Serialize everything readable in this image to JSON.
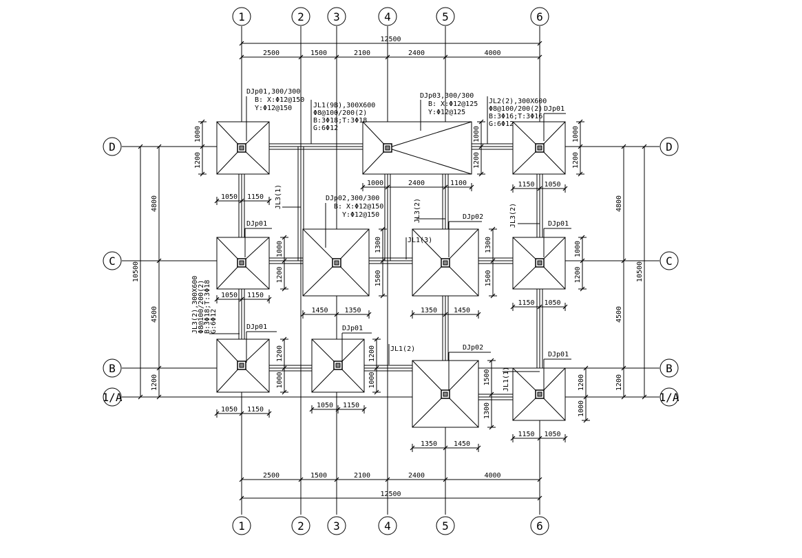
{
  "grid": {
    "columns": [
      "1",
      "2",
      "3",
      "4",
      "5",
      "6"
    ],
    "rows": [
      "D",
      "C",
      "B",
      "1/A"
    ]
  },
  "dimensions": {
    "top_segments": [
      "2500",
      "1500",
      "2100",
      "2400",
      "4000"
    ],
    "top_total": "12500",
    "bottom_segments": [
      "2500",
      "1500",
      "2100",
      "2400",
      "4000"
    ],
    "bottom_total": "12500",
    "left_segments": [
      "4800",
      "4500",
      "1200"
    ],
    "left_total": "10500",
    "right_segments": [
      "4800",
      "4500",
      "1200"
    ],
    "right_total": "10500"
  },
  "annotations": {
    "djp01_spec": [
      "DJp01,300/300",
      "B:  X:Φ12@150",
      "Y:Φ12@150"
    ],
    "djp02_spec": [
      "DJp02,300/300",
      "B:  X:Φ12@150",
      "Y:Φ12@150"
    ],
    "djp03_spec": [
      "DJp03,300/300",
      "B:  X:Φ12@125",
      "Y:Φ12@125"
    ],
    "jl1_spec": [
      "JL1(9B),300X600",
      "Φ8@100/200(2)",
      "B:3Φ18;T:3Φ18",
      "G:6Φ12"
    ],
    "jl2_spec": [
      "JL2(2),300X600",
      "Φ8@100/200(2)",
      "B:3Φ16;T:3Φ16",
      "G:6Φ12"
    ],
    "jl3_spec": [
      "JL3(2),300X600",
      "Φ8@100/200(2)",
      "B:3Φ18;T:3Φ18",
      "G:6Φ12"
    ]
  },
  "labels": {
    "djp01": "DJp01",
    "djp02": "DJp02",
    "jl3_1": "JL3(1)",
    "jl3_2": "JL3(2)",
    "jl1_3": "JL1(3)",
    "jl1_2": "JL1(2)",
    "jl1_1": "JL1(1)"
  },
  "footing_dims": {
    "d1_top": "1000",
    "d1_bot": "1200",
    "d1_left": "1050",
    "d1_right": "1150",
    "d4_left": "1000",
    "d4_mid": "2400",
    "d4_right": "1100",
    "d5_top": "1000",
    "d5_bot": "1200",
    "d6_left": "1150",
    "d6_right": "1050",
    "d6_top": "1000",
    "d6_bot": "1200",
    "c1_top": "1000",
    "c1_bot": "1200",
    "c1_left": "1050",
    "c1_right": "1150",
    "c3_top": "1300",
    "c3_bot": "1500",
    "c3_left": "1450",
    "c3_right": "1350",
    "c5_top": "1300",
    "c5_bot": "1500",
    "c5_left": "1350",
    "c5_right": "1450",
    "c6_top": "1000",
    "c6_bot": "1200",
    "c6_left": "1150",
    "c6_right": "1050",
    "b1_top": "1200",
    "b1_bot": "1000",
    "b1_left": "1050",
    "b1_right": "1150",
    "b3_top": "1200",
    "b3_bot": "1000",
    "b3_left": "1050",
    "b3_right": "1150",
    "b5_top": "1500",
    "b5_bot": "1300",
    "b5_left": "1350",
    "b5_right": "1450",
    "b6_top": "1200",
    "b6_bot": "1000",
    "b6_left": "1150",
    "b6_right": "1050"
  }
}
